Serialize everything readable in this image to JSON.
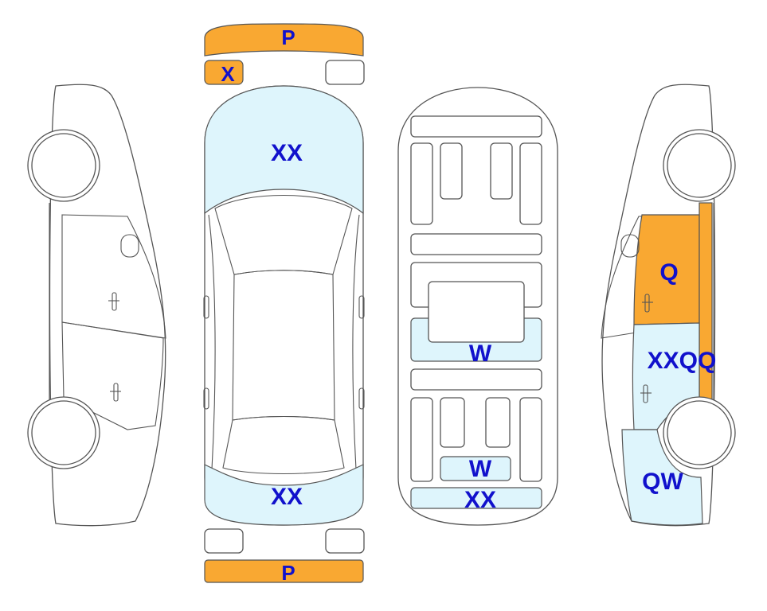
{
  "colors": {
    "orange": "#f9a832",
    "light_blue": "#def5fc",
    "label": "#1111cc",
    "outline": "#555555",
    "background": "#ffffff"
  },
  "marks": {
    "front_bumper": "P",
    "front_left_part": "X",
    "hood": "XX",
    "trunk": "XX",
    "rear_bumper": "P",
    "floor_middle": "W",
    "floor_rear": "W",
    "floor_rear_bar": "XX",
    "right_front_door": "Q",
    "right_rear_door": "XXQQ",
    "right_rear_fender": "QW"
  }
}
